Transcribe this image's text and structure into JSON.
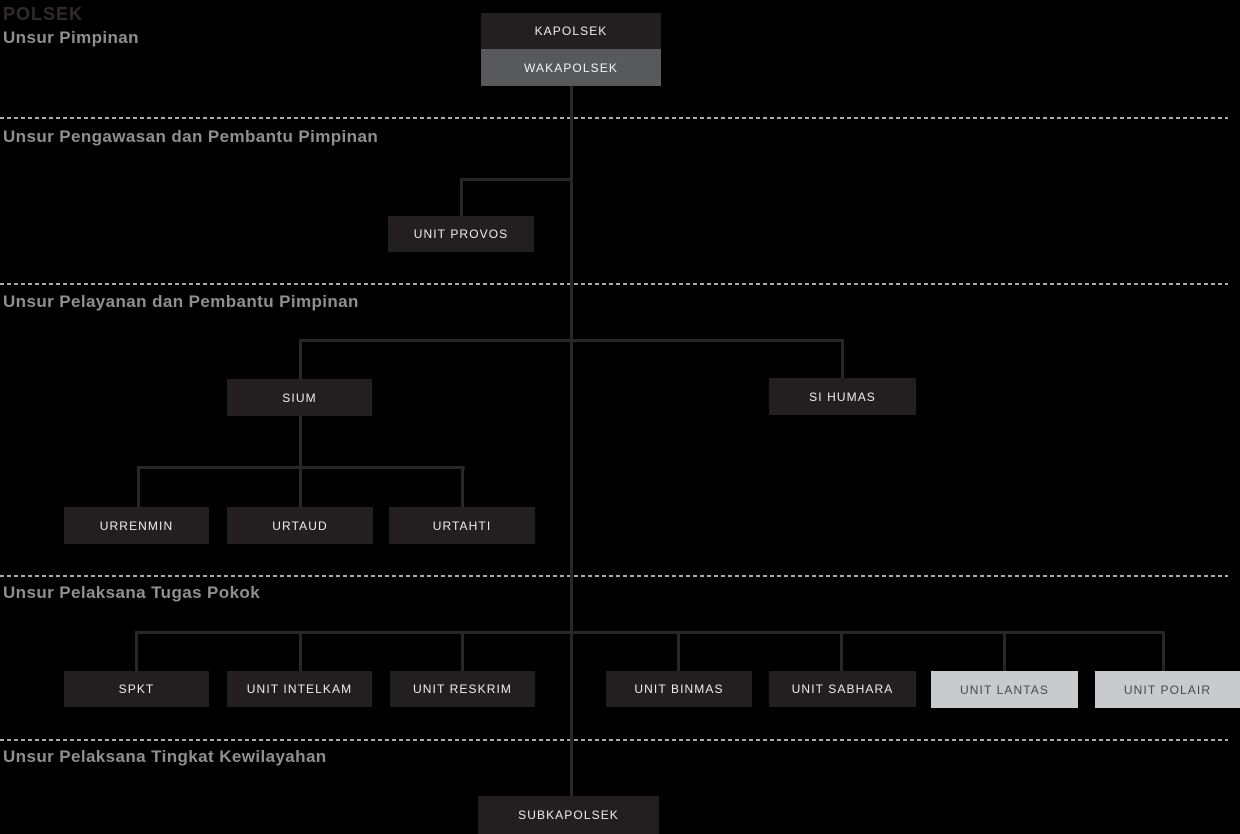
{
  "title": "POLSEK",
  "sections": [
    {
      "id": "pimpinan",
      "label": "Unsur Pimpinan"
    },
    {
      "id": "pengawasan",
      "label": "Unsur Pengawasan dan Pembantu Pimpinan"
    },
    {
      "id": "pelayanan",
      "label": "Unsur Pelayanan dan Pembantu Pimpinan"
    },
    {
      "id": "pelaksana_tugas_pokok",
      "label": "Unsur Pelaksana Tugas Pokok"
    },
    {
      "id": "kewilayahan",
      "label": "Unsur Pelaksana Tingkat Kewilayahan"
    }
  ],
  "nodes": {
    "kapolsek": {
      "label": "KAPOLSEK",
      "variant": "dark",
      "section": "pimpinan"
    },
    "wakapolsek": {
      "label": "WAKAPOLSEK",
      "variant": "gray",
      "section": "pimpinan"
    },
    "unit_provos": {
      "label": "UNIT PROVOS",
      "variant": "dark",
      "section": "pengawasan"
    },
    "sium": {
      "label": "SIUM",
      "variant": "dark",
      "section": "pelayanan"
    },
    "si_humas": {
      "label": "SI HUMAS",
      "variant": "dark",
      "section": "pelayanan"
    },
    "urrenmin": {
      "label": "URRENMIN",
      "variant": "dark",
      "section": "pelayanan"
    },
    "urtaud": {
      "label": "URTAUD",
      "variant": "dark",
      "section": "pelayanan"
    },
    "urtahti": {
      "label": "URTAHTI",
      "variant": "dark",
      "section": "pelayanan"
    },
    "spkt": {
      "label": "SPKT",
      "variant": "dark",
      "section": "pelaksana_tugas_pokok"
    },
    "unit_intelkam": {
      "label": "UNIT INTELKAM",
      "variant": "dark",
      "section": "pelaksana_tugas_pokok"
    },
    "unit_reskrim": {
      "label": "UNIT RESKRIM",
      "variant": "dark",
      "section": "pelaksana_tugas_pokok"
    },
    "unit_binmas": {
      "label": "UNIT BINMAS",
      "variant": "dark",
      "section": "pelaksana_tugas_pokok"
    },
    "unit_sabhara": {
      "label": "UNIT SABHARA",
      "variant": "dark",
      "section": "pelaksana_tugas_pokok"
    },
    "unit_lantas": {
      "label": "UNIT LANTAS",
      "variant": "light",
      "section": "pelaksana_tugas_pokok"
    },
    "unit_polair": {
      "label": "UNIT POLAIR",
      "variant": "light",
      "section": "pelaksana_tugas_pokok"
    },
    "subkapolsek": {
      "label": "SUBKAPOLSEK",
      "variant": "dark",
      "section": "kewilayahan"
    }
  },
  "hierarchy": {
    "kapolsek": null,
    "wakapolsek": "kapolsek",
    "unit_provos": "wakapolsek",
    "sium": "wakapolsek",
    "si_humas": "wakapolsek",
    "urrenmin": "sium",
    "urtaud": "sium",
    "urtahti": "sium",
    "spkt": "wakapolsek",
    "unit_intelkam": "wakapolsek",
    "unit_reskrim": "wakapolsek",
    "unit_binmas": "wakapolsek",
    "unit_sabhara": "wakapolsek",
    "unit_lantas": "wakapolsek",
    "unit_polair": "wakapolsek",
    "subkapolsek": "wakapolsek"
  },
  "colors": {
    "background": "#000000",
    "node_dark": "#231f20",
    "node_gray": "#58595b",
    "node_light": "#c9cacb",
    "node_text_on_dark": "#eeecec",
    "node_text_on_light": "#4b484a",
    "connector": "#2a2526",
    "divider": "#ababab",
    "section_label": "#8f8f91",
    "title": "#312b2c"
  }
}
